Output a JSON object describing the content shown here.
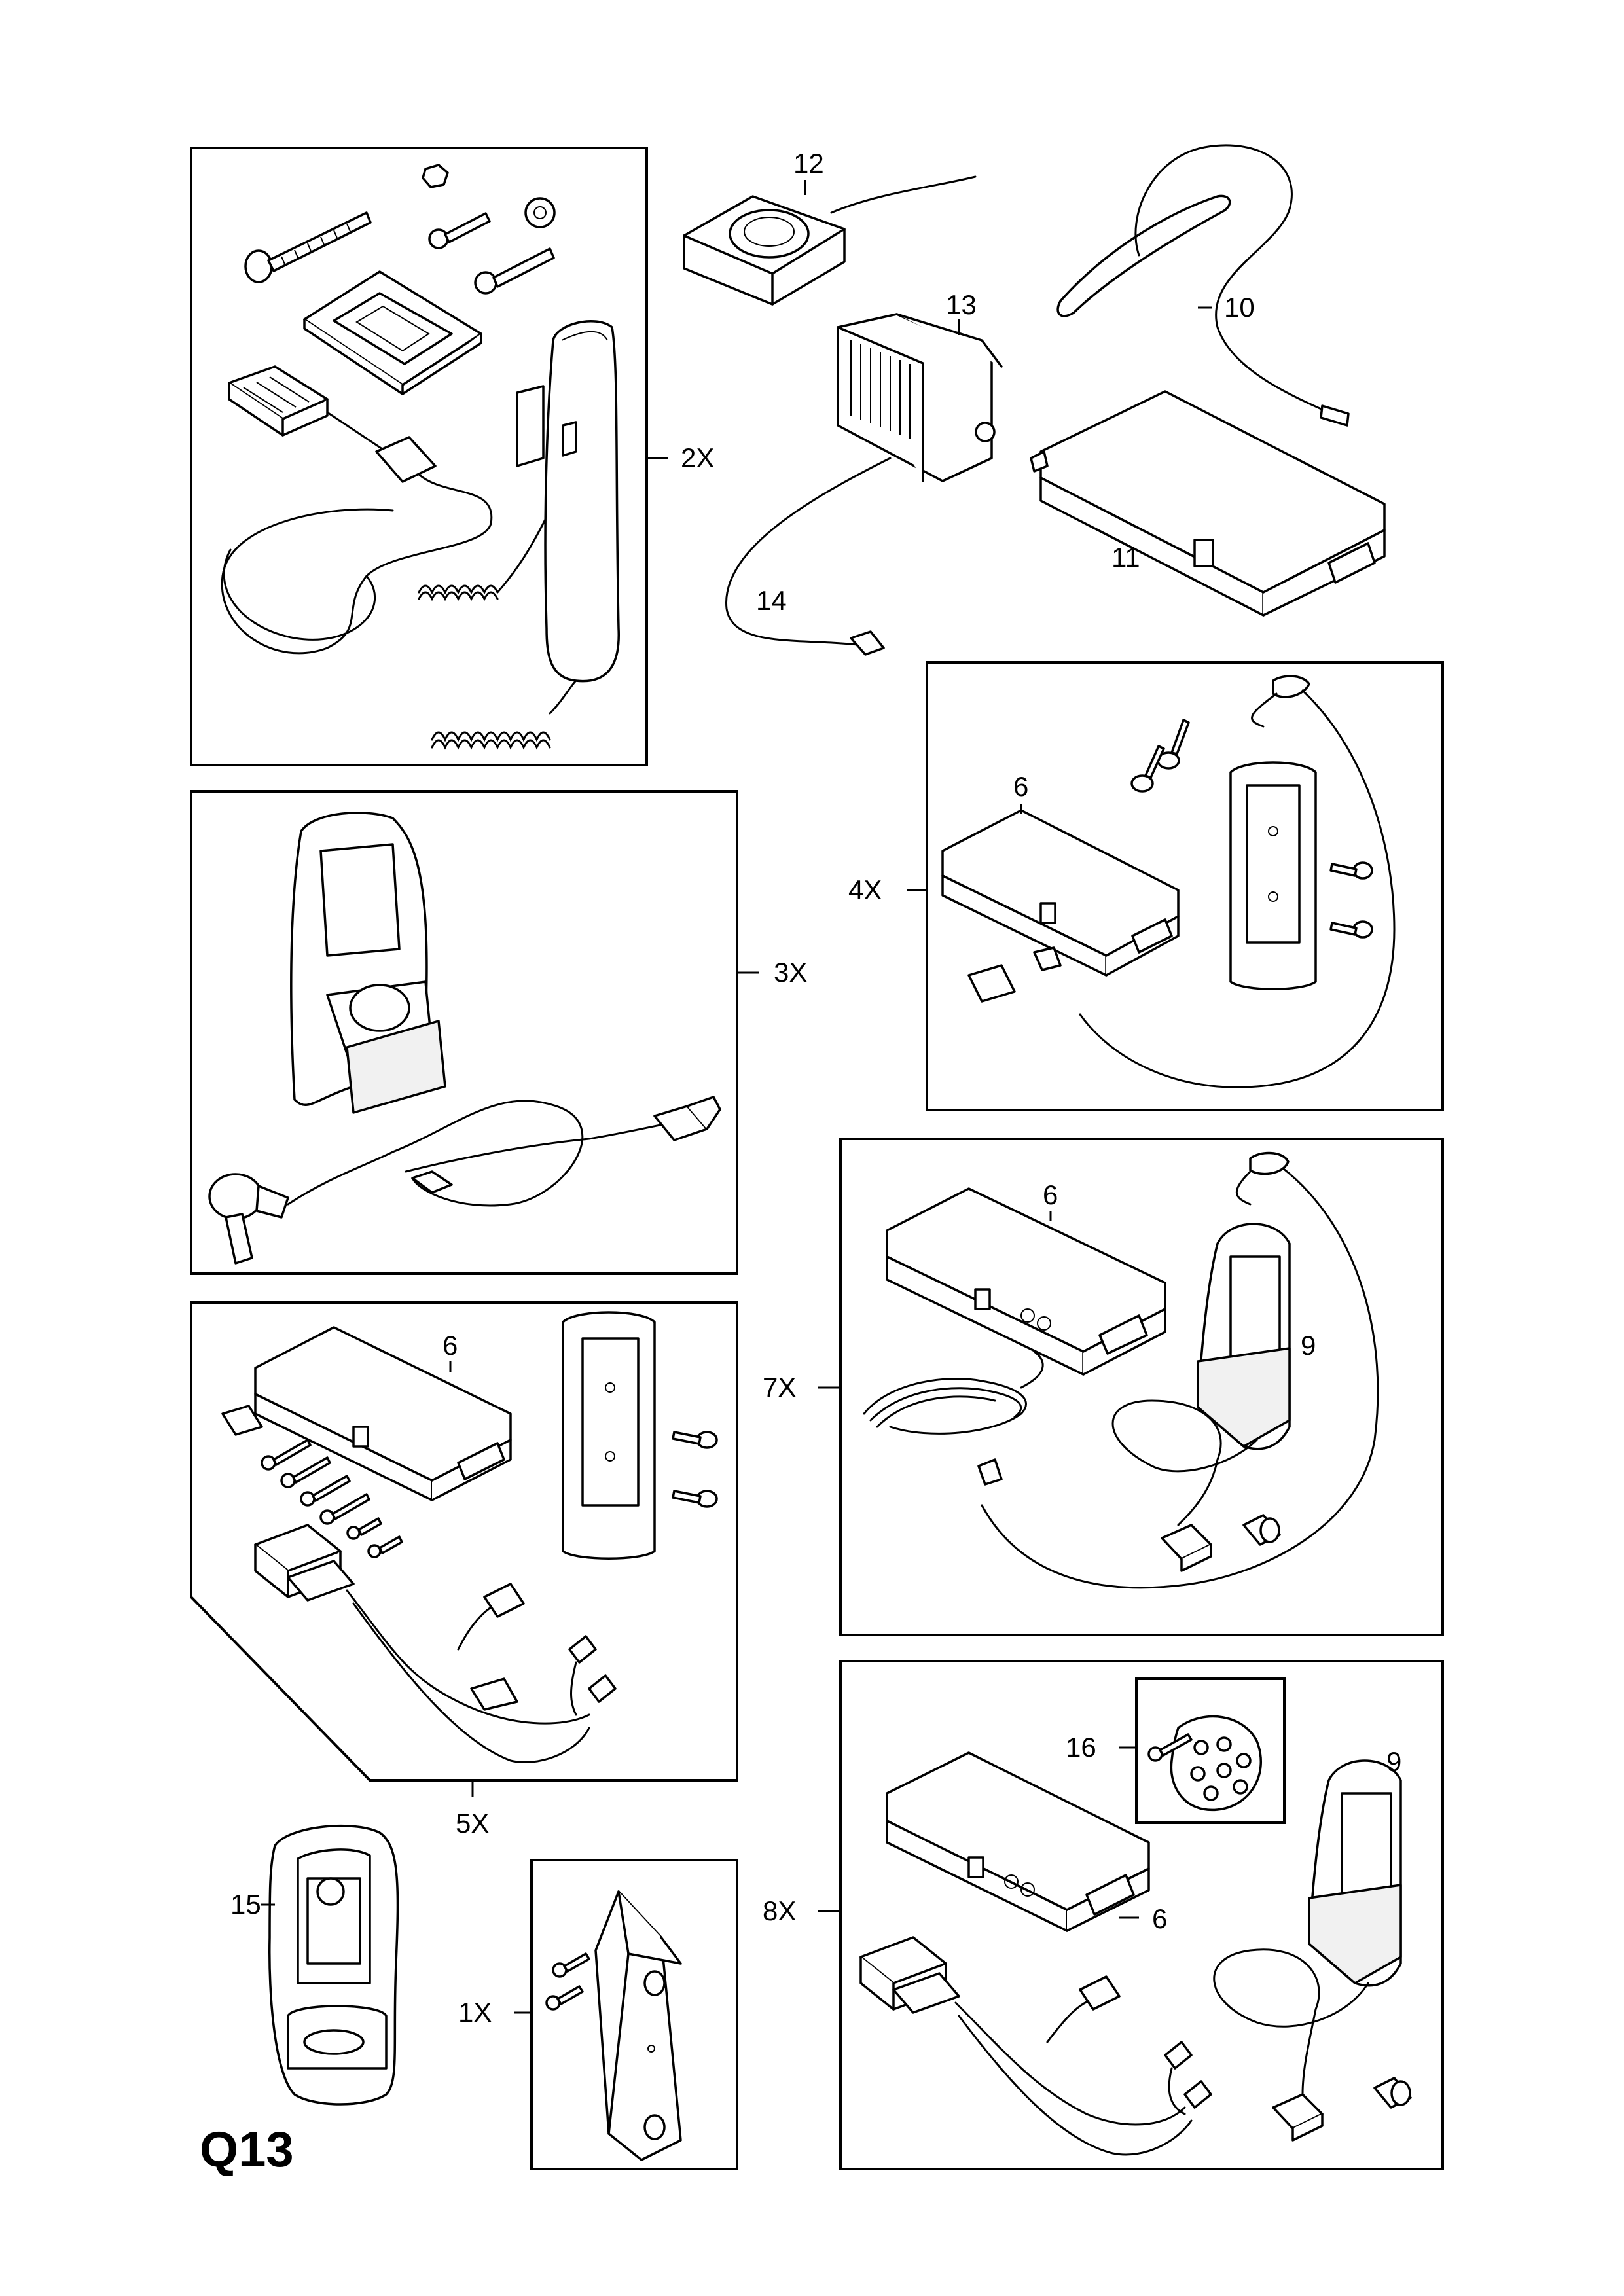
{
  "page": {
    "code": "Q13"
  },
  "assemblies": [
    {
      "id": "2X",
      "label": "2X"
    },
    {
      "id": "3X",
      "label": "3X"
    },
    {
      "id": "4X",
      "label": "4X"
    },
    {
      "id": "5X",
      "label": "5X"
    },
    {
      "id": "7X",
      "label": "7X"
    },
    {
      "id": "8X",
      "label": "8X"
    },
    {
      "id": "1X",
      "label": "1X"
    }
  ],
  "parts": {
    "p6": "6",
    "p9": "9",
    "p10": "10",
    "p11": "11",
    "p12": "12",
    "p13": "13",
    "p14": "14",
    "p15": "15",
    "p16": "16"
  }
}
